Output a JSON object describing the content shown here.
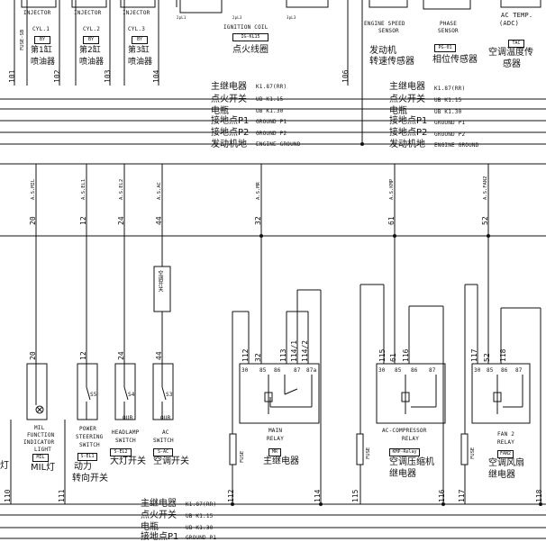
{
  "top_modules": [
    {
      "en1": "INJECTOR",
      "en2": "CYL.1",
      "code": "BY",
      "cn": "第1缸\n喷油器"
    },
    {
      "en1": "INJECTOR",
      "en2": "CYL.2",
      "code": "BY",
      "cn": "第2缸\n喷油器"
    },
    {
      "en1": "INJECTOR",
      "en2": "CYL.3",
      "code": "BY",
      "cn": "第3缸\n喷油器"
    }
  ],
  "fuse_top": "FUSE-SB",
  "ignition": {
    "en": "IGNITION COIL",
    "code": "IG-KL15",
    "cn": "点火线圈",
    "pins": [
      "2pL1",
      "2pL3",
      "3pL3"
    ]
  },
  "engine_speed": {
    "en1": "ENGINE SPEED",
    "en2": "SENSOR",
    "cn1": "发动机",
    "cn2": "转速传感器"
  },
  "phase": {
    "en1": "PHASE",
    "en2": "SENSOR",
    "code": "PG-01",
    "cn": "相位传感器"
  },
  "ac_temp": {
    "en1": "AC TEMP.",
    "en2": "(ADC)",
    "code": "TAC",
    "cn1": "空调温度传",
    "cn2": "感器"
  },
  "bus_labels_top": [
    {
      "cn": "主继电器",
      "en": "K1.87(RR)"
    },
    {
      "cn": "点火开关",
      "en": "UB K1.15"
    },
    {
      "cn": "电瓶",
      "en": "UB K1.30"
    },
    {
      "cn": "接地点P1",
      "en": "GROUND P1"
    },
    {
      "cn": "接地点P2",
      "en": "GROUND P2"
    },
    {
      "cn": "发动机地",
      "en": "ENGINE GROUND"
    }
  ],
  "bus_labels_bottom": [
    {
      "cn": "主继电器",
      "en": "K1.87(RR)"
    },
    {
      "cn": "点火开关",
      "en": "UB K1.15"
    },
    {
      "cn": "电瓶",
      "en": "UB K1.30"
    },
    {
      "cn": "接地点P1",
      "en": "GROUND P1"
    }
  ],
  "pin_numbers_top": [
    "101",
    "102",
    "103",
    "104",
    "106"
  ],
  "signal_labels": [
    "A.S.MIL",
    "A.S.EL1",
    "A.S.EL2",
    "A.S.AC",
    "A.S.MR",
    "A.S.KMP",
    "A.S.FAN2"
  ],
  "signal_pins": [
    "20",
    "12",
    "24",
    "44",
    "32",
    "61",
    "52"
  ],
  "ac_switch_vertical": "空调开关",
  "components": [
    {
      "pin": "20",
      "en": [
        "MIL",
        "FUNCTION",
        "INDICATOR",
        "LIGHT"
      ],
      "code": "MIL",
      "cn": [
        "MIL灯"
      ]
    },
    {
      "pin": "12",
      "en": [
        "POWER",
        "STEERING",
        "SWITCH"
      ],
      "code": "S-EL1",
      "cn": [
        "动力",
        "转向开关"
      ]
    },
    {
      "pin": "24",
      "en": [
        "HEADLAMP",
        "SWITCH"
      ],
      "code": "S-EL2",
      "cn": [
        "大灯开关"
      ]
    },
    {
      "pin": "44",
      "en": [
        "AC",
        "SWITCH"
      ],
      "code": "S-AC",
      "cn": [
        "空调开关"
      ]
    }
  ],
  "switch_tags": [
    "S5",
    "S4",
    "S3",
    "OUB",
    "OUB"
  ],
  "relays": [
    {
      "en": [
        "MAIN",
        "RELAY"
      ],
      "code": "MR",
      "cn": [
        "主继电器"
      ],
      "pins_top": [
        "112",
        "32",
        "113",
        "114/1",
        "114/2"
      ],
      "terms": [
        "30",
        "85",
        "86",
        "87",
        "87a"
      ]
    },
    {
      "en": [
        "AC-COMPRESSOR",
        "RELAY"
      ],
      "code": "KMP-Relay",
      "cn": [
        "空调压缩机",
        "继电器"
      ],
      "pins_top": [
        "115",
        "61",
        "116"
      ],
      "terms": [
        "30",
        "85",
        "86",
        "87"
      ]
    },
    {
      "en": [
        "FAN 2",
        "RELAY"
      ],
      "code": "FAN2",
      "cn": [
        "空调风扇",
        "继电器"
      ],
      "pins_top": [
        "117",
        "52",
        "118"
      ],
      "terms": [
        "30",
        "85",
        "86",
        "87"
      ]
    }
  ],
  "fuse_label": "FUSE",
  "bottom_pins": [
    "110",
    "111",
    "112",
    "114",
    "115",
    "116",
    "117",
    "118"
  ],
  "left_fragments": {
    "lamp": "灯"
  }
}
